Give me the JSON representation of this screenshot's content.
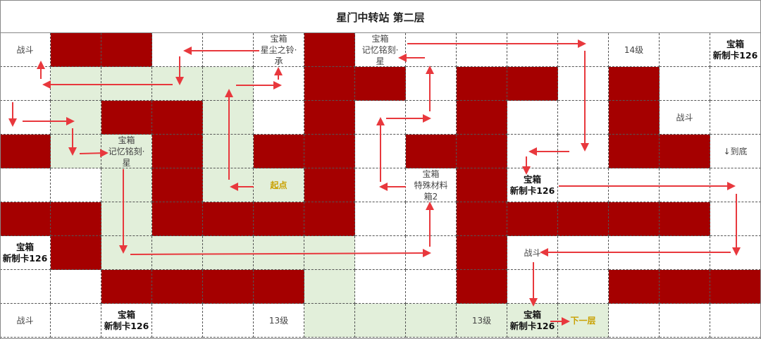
{
  "title": "星门中转站  第二层",
  "colors": {
    "wall": "#a50000",
    "path": "#e2efda",
    "arrow": "#e8383d",
    "highlight": "#c9a000"
  },
  "grid": [
    [
      "w",
      "r",
      "r",
      "w",
      "w",
      "w",
      "r",
      "w",
      "w",
      "w",
      "w",
      "w",
      "w",
      "w",
      "w"
    ],
    [
      "w",
      "g",
      "g",
      "g",
      "g",
      "w",
      "r",
      "r",
      "w",
      "r",
      "r",
      "w",
      "r",
      "w",
      "w"
    ],
    [
      "w",
      "g",
      "r",
      "r",
      "g",
      "w",
      "r",
      "w",
      "w",
      "r",
      "w",
      "w",
      "r",
      "w",
      "w"
    ],
    [
      "r",
      "g",
      "g",
      "r",
      "g",
      "r",
      "r",
      "w",
      "r",
      "r",
      "w",
      "w",
      "r",
      "r",
      "w"
    ],
    [
      "w",
      "w",
      "g",
      "r",
      "g",
      "g",
      "r",
      "w",
      "w",
      "r",
      "w",
      "w",
      "w",
      "w",
      "w"
    ],
    [
      "r",
      "r",
      "g",
      "r",
      "r",
      "r",
      "r",
      "w",
      "w",
      "r",
      "r",
      "r",
      "r",
      "r",
      "w"
    ],
    [
      "w",
      "r",
      "g",
      "g",
      "g",
      "g",
      "g",
      "w",
      "w",
      "r",
      "w",
      "w",
      "w",
      "w",
      "w"
    ],
    [
      "w",
      "w",
      "r",
      "r",
      "r",
      "r",
      "g",
      "w",
      "w",
      "r",
      "w",
      "w",
      "r",
      "r",
      "r"
    ],
    [
      "w",
      "w",
      "w",
      "w",
      "w",
      "w",
      "g",
      "g",
      "g",
      "g",
      "g",
      "g",
      "w",
      "w",
      "w"
    ]
  ],
  "labels": [
    {
      "row": 0,
      "col": 0,
      "style": "normal",
      "lines": [
        "战斗"
      ]
    },
    {
      "row": 0,
      "col": 5,
      "style": "normal",
      "lines": [
        "宝箱",
        "星尘之铃·",
        "承"
      ]
    },
    {
      "row": 0,
      "col": 7,
      "style": "normal",
      "lines": [
        "宝箱",
        "记忆铭刻·",
        "星"
      ]
    },
    {
      "row": 0,
      "col": 12,
      "style": "normal",
      "lines": [
        "14级"
      ]
    },
    {
      "row": 0,
      "col": 14,
      "style": "bold",
      "lines": [
        "宝箱",
        "新制卡126"
      ]
    },
    {
      "row": 2,
      "col": 13,
      "style": "normal",
      "lines": [
        "战斗"
      ]
    },
    {
      "row": 3,
      "col": 2,
      "style": "normal",
      "lines": [
        "宝箱",
        "记忆铭刻·",
        "星"
      ]
    },
    {
      "row": 3,
      "col": 14,
      "style": "normal",
      "lines": [
        "↓到底"
      ]
    },
    {
      "row": 4,
      "col": 5,
      "style": "gold",
      "lines": [
        "起点"
      ]
    },
    {
      "row": 4,
      "col": 8,
      "style": "normal",
      "lines": [
        "宝箱",
        "特殊材料",
        "箱2"
      ]
    },
    {
      "row": 4,
      "col": 10,
      "style": "bold",
      "lines": [
        "宝箱",
        "新制卡126"
      ]
    },
    {
      "row": 6,
      "col": 0,
      "style": "bold",
      "lines": [
        "宝箱",
        "新制卡126"
      ]
    },
    {
      "row": 6,
      "col": 10,
      "style": "normal",
      "lines": [
        "战斗"
      ]
    },
    {
      "row": 8,
      "col": 0,
      "style": "normal",
      "lines": [
        "战斗"
      ]
    },
    {
      "row": 8,
      "col": 2,
      "style": "bold",
      "lines": [
        "宝箱",
        "新制卡126"
      ]
    },
    {
      "row": 8,
      "col": 5,
      "style": "normal",
      "lines": [
        "13级"
      ]
    },
    {
      "row": 8,
      "col": 9,
      "style": "normal",
      "lines": [
        "13级"
      ]
    },
    {
      "row": 8,
      "col": 10,
      "style": "bold",
      "lines": [
        "宝箱",
        "新制卡126"
      ]
    },
    {
      "row": 8,
      "col": 11,
      "style": "gold",
      "lines": [
        "下一层"
      ]
    }
  ]
}
